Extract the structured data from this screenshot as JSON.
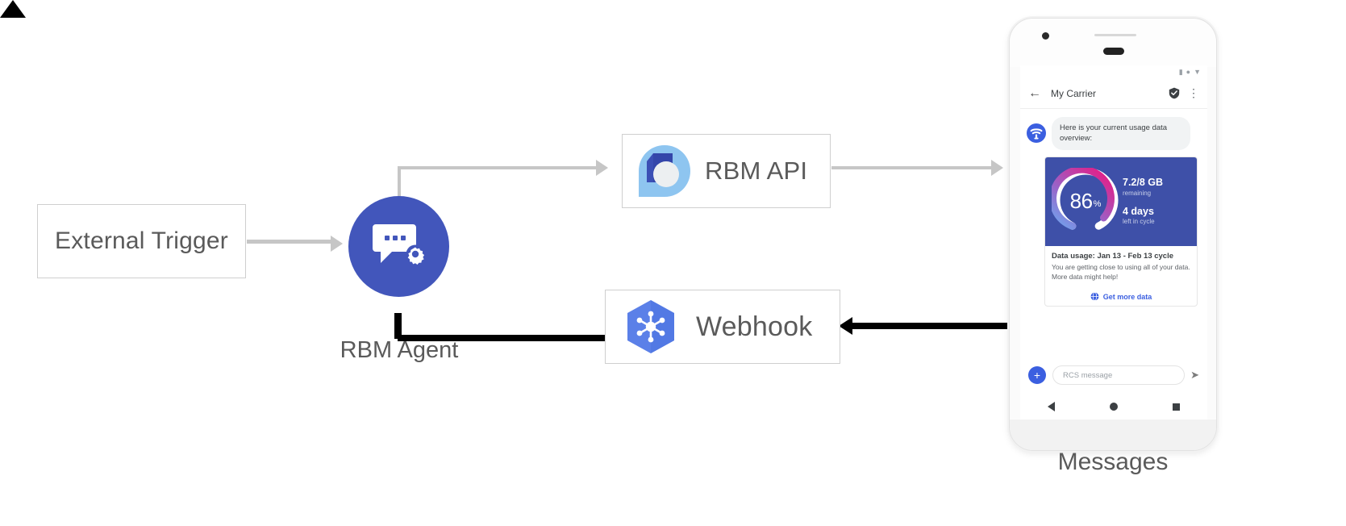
{
  "diagram": {
    "external_trigger": {
      "label": "External Trigger"
    },
    "rbm_agent": {
      "label": "RBM Agent",
      "icon": "chat-gear-icon"
    },
    "rbm_api": {
      "label": "RBM API",
      "icon": "rbm-api-logo-icon"
    },
    "webhook": {
      "label": "Webhook",
      "icon": "webhook-hexagon-icon"
    },
    "messages_label": "Messages",
    "colors": {
      "agent_blue": "#4256bb",
      "arrow_gray": "#c6c6c6",
      "arrow_black": "#000000",
      "box_border": "#cfcfcf",
      "text_gray": "#5a5a5a"
    }
  },
  "phone": {
    "status_bar": {
      "icons": [
        "signal-icon",
        "wifi-icon",
        "battery-icon"
      ]
    },
    "app_bar": {
      "back_icon": "back-arrow-icon",
      "title": "My Carrier",
      "verified_icon": "verified-shield-icon",
      "overflow_icon": "overflow-menu-icon"
    },
    "conversation": {
      "avatar_icon": "carrier-wifi-avatar-icon",
      "message_text": "Here is your current usage data overview:"
    },
    "rich_card": {
      "gauge": {
        "value": "86",
        "unit": "%"
      },
      "data_remaining": "7.2/8 GB",
      "data_remaining_sub": "remaining",
      "days_left": "4 days",
      "days_left_sub": "left in cycle",
      "title": "Data usage: Jan 13 - Feb 13 cycle",
      "description": "You are getting close to using all of your data. More data might help!",
      "action_label": "Get more data",
      "action_icon": "globe-icon",
      "hero_bg": "#3e50a8",
      "action_color": "#3b5fe0"
    },
    "composer": {
      "plus_icon": "plus-icon",
      "placeholder": "RCS message",
      "send_icon": "send-icon"
    },
    "nav_bar": {
      "back_icon": "nav-back-icon",
      "home_icon": "nav-home-icon",
      "recents_icon": "nav-recents-icon"
    }
  }
}
